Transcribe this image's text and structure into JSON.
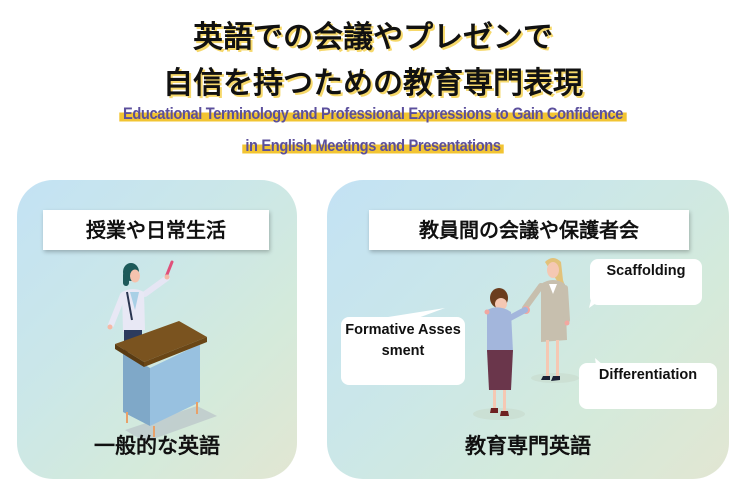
{
  "title": {
    "line1": "英語での会議やプレゼンで",
    "line2": "自信を持つための教育専門表現"
  },
  "subtitle": {
    "line1": "Educational Terminology and Professional Expressions to Gain Confidence",
    "line2": "in English Meetings and Presentations"
  },
  "colors": {
    "subtitle_text": "#5b4f9c",
    "highlight": "#f2c432",
    "title_shadow": "#f6d86a"
  },
  "left_panel": {
    "header": "授業や日常生活",
    "footer": "一般的な英語",
    "illustration": "teacher-at-podium"
  },
  "right_panel": {
    "header": "教員間の会議や保護者会",
    "footer": "教育専門英語",
    "illustration": "two-women-handshake",
    "bubbles": [
      {
        "text": "Formative Assessment"
      },
      {
        "text": "Scaffolding"
      },
      {
        "text": "Differentiation"
      }
    ]
  }
}
